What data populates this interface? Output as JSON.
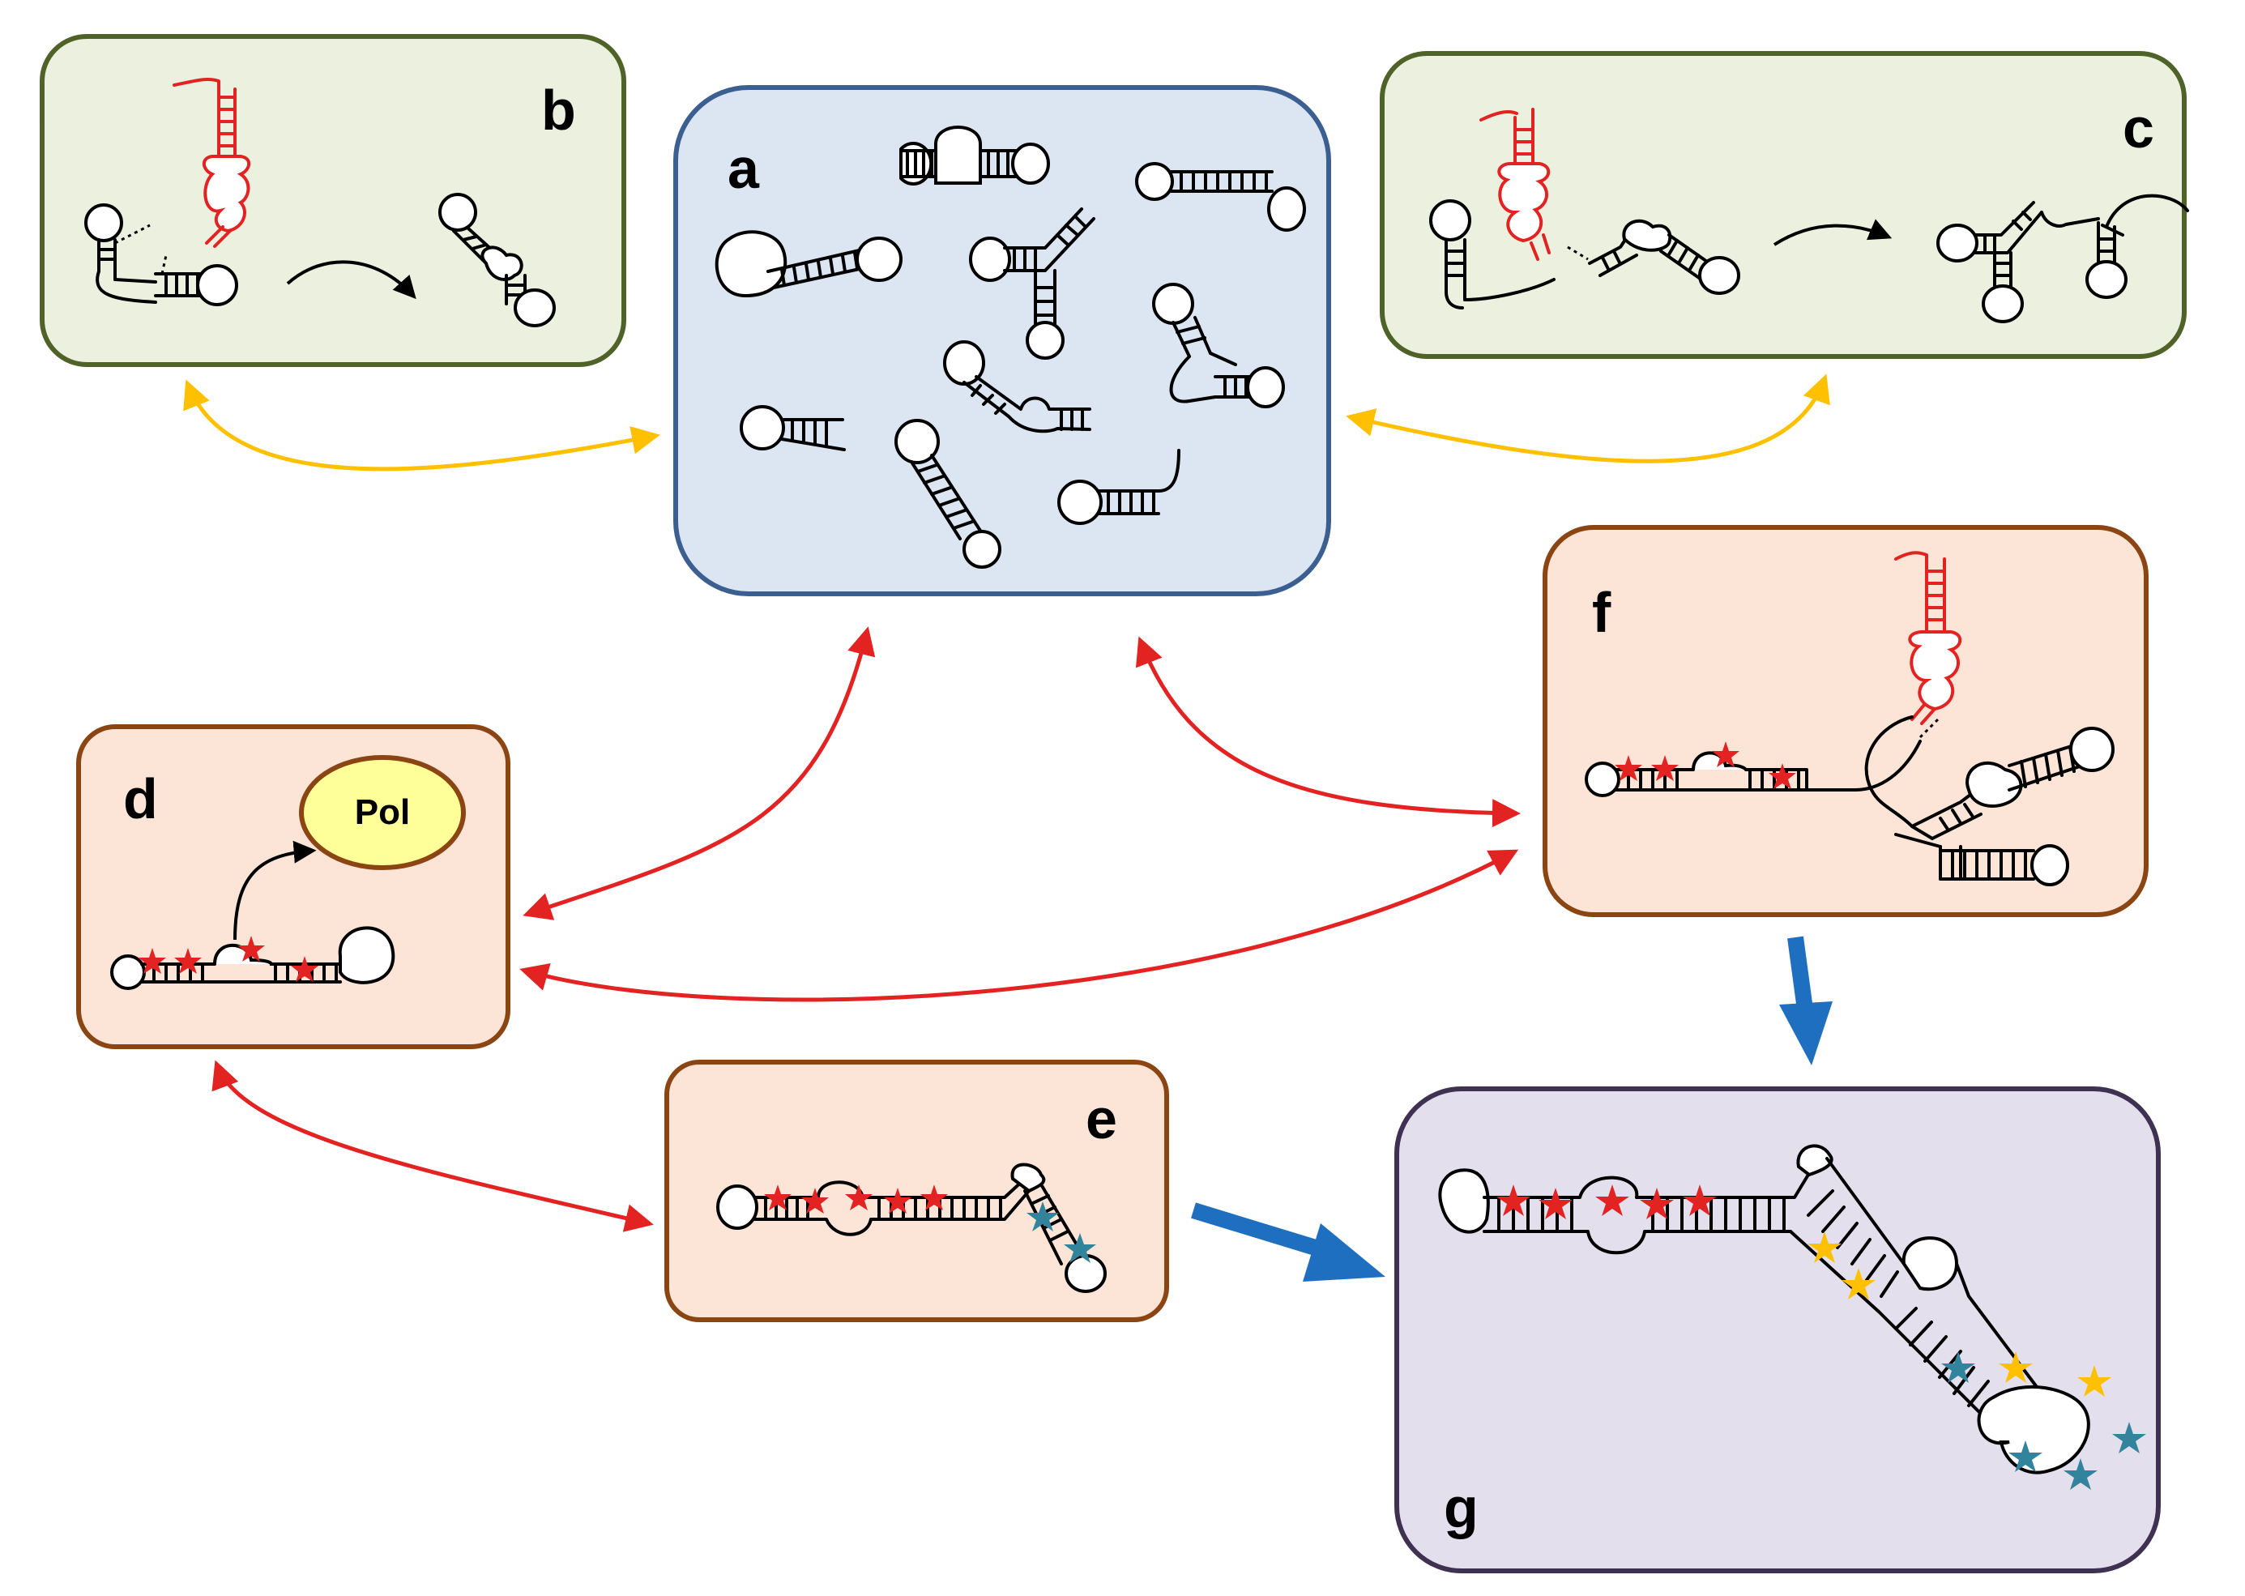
{
  "panels": [
    {
      "id": "a",
      "letter": "a",
      "fill": "#dce6f2",
      "stroke": "#3c5f92"
    },
    {
      "id": "b",
      "letter": "b",
      "fill": "#ebf1de",
      "stroke": "#4f6228"
    },
    {
      "id": "c",
      "letter": "c",
      "fill": "#ebf1de",
      "stroke": "#4f6228"
    },
    {
      "id": "d",
      "letter": "d",
      "fill": "#fce4d6",
      "stroke": "#8b4513"
    },
    {
      "id": "e",
      "letter": "e",
      "fill": "#fce4d6",
      "stroke": "#8b4513"
    },
    {
      "id": "f",
      "letter": "f",
      "fill": "#fce4d6",
      "stroke": "#8b4513"
    },
    {
      "id": "g",
      "letter": "g",
      "fill": "#e4dfec",
      "stroke": "#3f3151"
    }
  ],
  "polymerase": {
    "label": "Pol",
    "fill": "#ffff99",
    "stroke": "#8b4513"
  },
  "colors": {
    "arrow_yellow": "#ffc000",
    "arrow_red": "#e32222",
    "arrow_blue": "#1f6fc0",
    "star_red": "#e32222",
    "star_teal": "#31849b",
    "star_yellow": "#ffc000",
    "strand_new": "#e32222"
  }
}
